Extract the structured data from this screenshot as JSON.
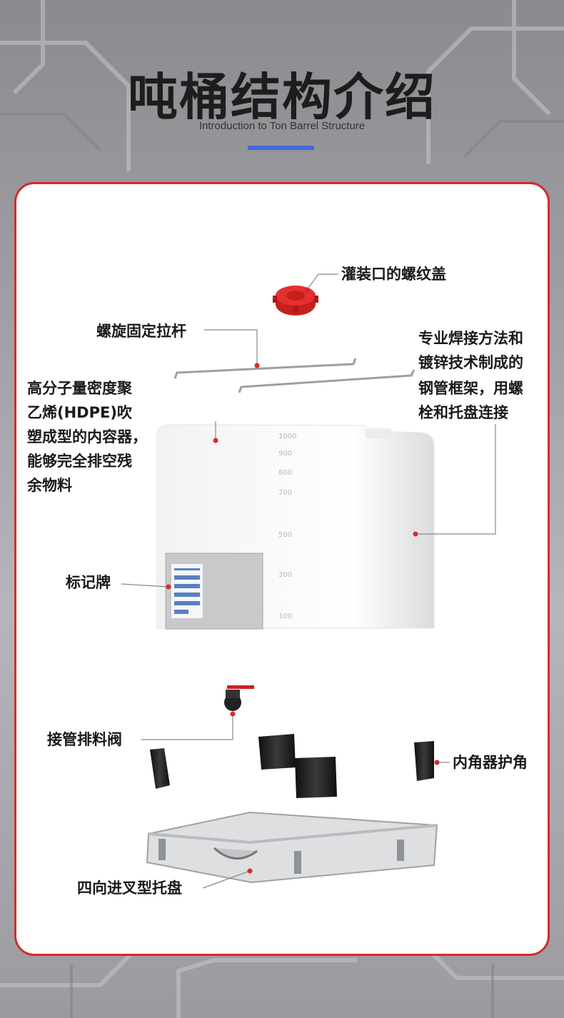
{
  "header": {
    "title": "吨桶结构介绍",
    "subtitle": "Introduction to Ton Barrel Structure"
  },
  "colors": {
    "accent_blue": "#4169e1",
    "frame_red": "#d62a2a",
    "marker_red": "#d62a2a"
  },
  "labels": {
    "cap": "灌装口的螺纹盖",
    "rod": "螺旋固定拉杆",
    "frame_line1": "专业焊接方法和",
    "frame_line2": "镀锌技术制成的",
    "frame_line3": "钢管框架，用螺",
    "frame_line4": "栓和托盘连接",
    "tank_line1": "高分子量密度聚",
    "tank_line2": "乙烯(HDPE)吹",
    "tank_line3": "塑成型的内容器，",
    "tank_line4": "能够完全排空残",
    "tank_line5": "余物料",
    "nameplate": "标记牌",
    "valve": "接管排料阀",
    "corner": "内角器护角",
    "pallet": "四向进叉型托盘"
  },
  "tank_scale": [
    "1000",
    "900",
    "800",
    "700",
    "500",
    "300",
    "100"
  ]
}
